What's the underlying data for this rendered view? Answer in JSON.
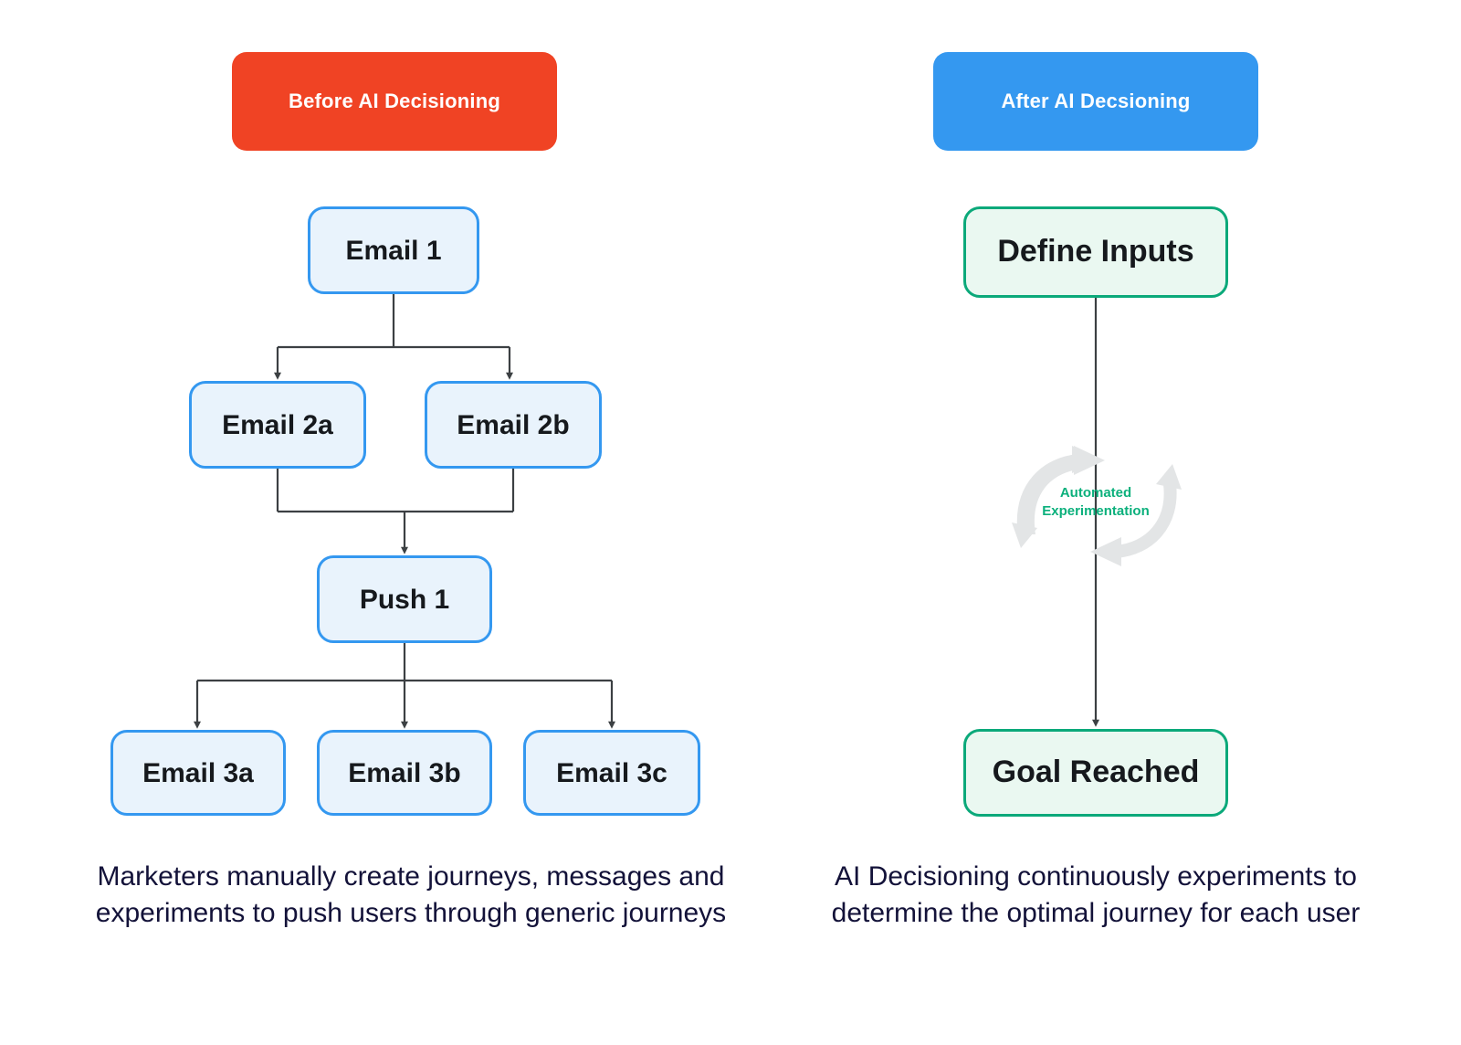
{
  "headers": {
    "before": {
      "label": "Before AI Decisioning",
      "bg": "#F04324",
      "fg": "#FFFFFF"
    },
    "after": {
      "label": "After AI Decsioning",
      "bg": "#3498F0",
      "fg": "#FFFFFF"
    }
  },
  "colors": {
    "blue_accent": "#3498F0",
    "blue_fill": "#E9F3FC",
    "green_accent": "#0BA97A",
    "green_fill": "#EAF8F1",
    "green_text": "#0BB07C",
    "orange": "#F04324",
    "connector": "#3C4043",
    "cycle_arrow": "#E3E5E6",
    "caption_text": "#131239",
    "node_text": "#16191D"
  },
  "left_flow": {
    "nodes": [
      {
        "id": "email1",
        "label": "Email 1"
      },
      {
        "id": "email2a",
        "label": "Email 2a"
      },
      {
        "id": "email2b",
        "label": "Email 2b"
      },
      {
        "id": "push1",
        "label": "Push 1"
      },
      {
        "id": "email3a",
        "label": "Email 3a"
      },
      {
        "id": "email3b",
        "label": "Email 3b"
      },
      {
        "id": "email3c",
        "label": "Email 3c"
      }
    ],
    "edges": [
      {
        "from": "email1",
        "to": "email2a"
      },
      {
        "from": "email1",
        "to": "email2b"
      },
      {
        "from": "email2a",
        "to": "push1"
      },
      {
        "from": "email2b",
        "to": "push1"
      },
      {
        "from": "push1",
        "to": "email3a"
      },
      {
        "from": "push1",
        "to": "email3b"
      },
      {
        "from": "push1",
        "to": "email3c"
      }
    ],
    "caption": "Marketers manually create journeys, messages and experiments to push users through generic journeys"
  },
  "right_flow": {
    "nodes": [
      {
        "id": "define",
        "label": "Define Inputs"
      },
      {
        "id": "goal",
        "label": "Goal Reached"
      }
    ],
    "cycle_label_line1": "Automated",
    "cycle_label_line2": "Experimentation",
    "caption": "AI Decisioning continuously experiments to determine the optimal journey for each user"
  }
}
